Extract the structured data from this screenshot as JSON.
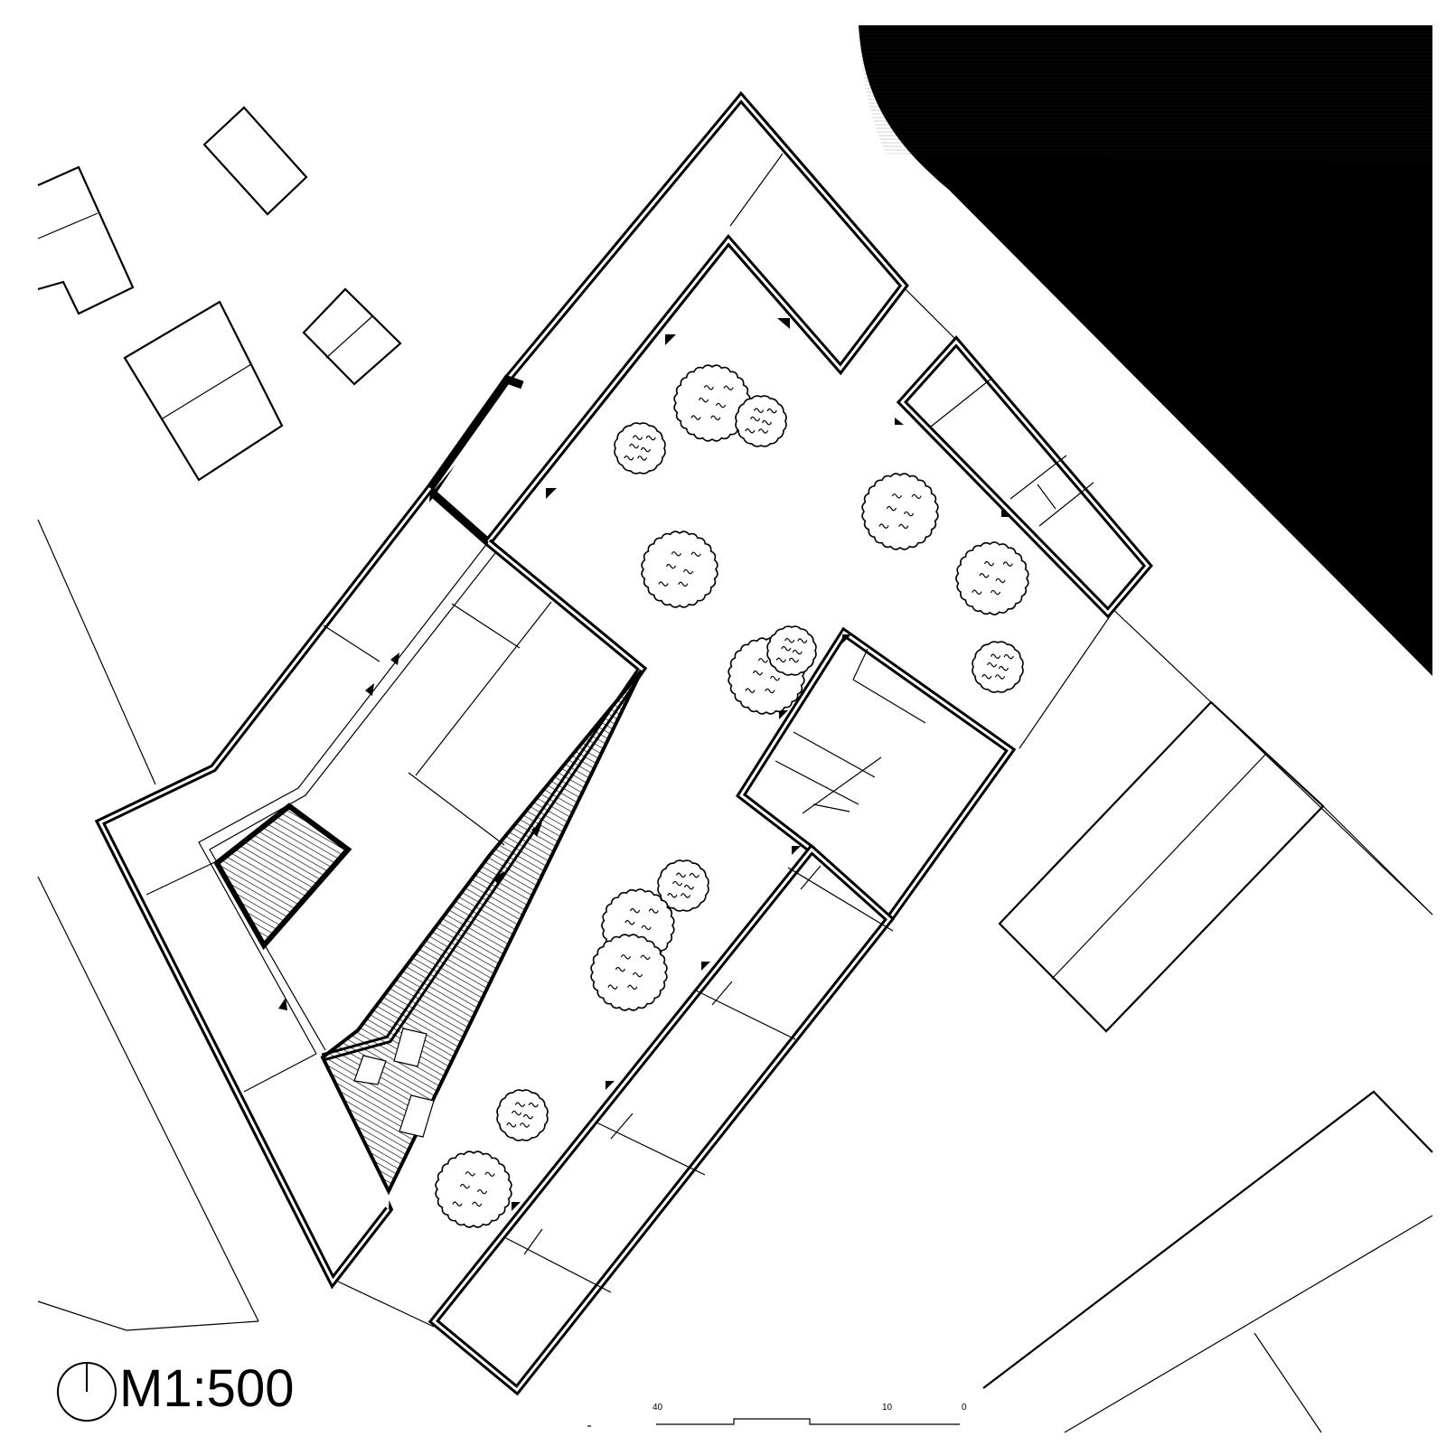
{
  "scale": {
    "label": "M1:500",
    "bar_ticks": [
      "40",
      "10",
      "0"
    ]
  },
  "colors": {
    "ink": "#000000",
    "paper": "#ffffff",
    "water_hatch": "#000000"
  },
  "icons": {
    "north_arrow": "north-arrow-icon",
    "entrance_marker": "entrance-triangle-icon",
    "tree": "tree-icon"
  }
}
